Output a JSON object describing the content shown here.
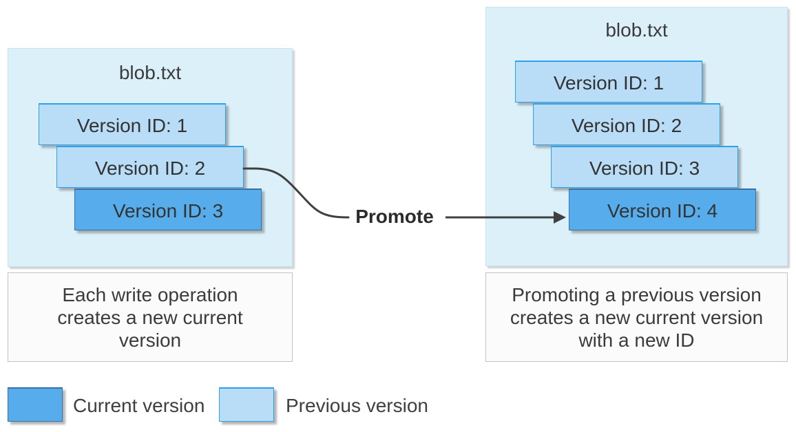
{
  "colors": {
    "current_version_fill": "#57adeb",
    "current_version_border": "#3a6ea5",
    "previous_version_fill": "#b9dcf7",
    "previous_version_border": "#2ea0e9",
    "panel_fill": "#dcf0fa",
    "caption_fill": "#fbfbfb",
    "connector_line": "#404040",
    "text": "#3b3b3b"
  },
  "left_panel": {
    "title": "blob.txt",
    "versions": [
      {
        "label": "Version ID: 1",
        "state": "previous"
      },
      {
        "label": "Version ID: 2",
        "state": "previous"
      },
      {
        "label": "Version ID: 3",
        "state": "current"
      }
    ],
    "caption": "Each write operation creates a new current version"
  },
  "right_panel": {
    "title": "blob.txt",
    "versions": [
      {
        "label": "Version ID: 1",
        "state": "previous"
      },
      {
        "label": "Version ID: 2",
        "state": "previous"
      },
      {
        "label": "Version ID: 3",
        "state": "previous"
      },
      {
        "label": "Version ID: 4",
        "state": "current"
      }
    ],
    "caption": "Promoting a previous version creates a new current version with a new ID"
  },
  "connector": {
    "label": "Promote",
    "from": "Version ID: 2 (left blob)",
    "to": "Version ID: 4 (right blob)"
  },
  "legend": {
    "items": [
      {
        "label": "Current version",
        "state": "current"
      },
      {
        "label": "Previous version",
        "state": "previous"
      }
    ]
  }
}
